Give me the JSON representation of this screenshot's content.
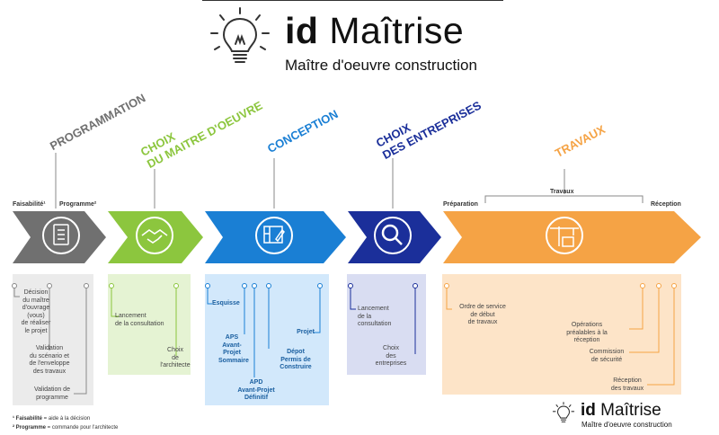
{
  "logo": {
    "brand_id": "id",
    "brand_name": "Maîtrise",
    "tagline": "Maître d'oeuvre construction"
  },
  "phases": [
    {
      "title": "PROGRAMMATION",
      "color": "#777777"
    },
    {
      "title_line1": "CHOIX",
      "title_line2": "DU MAITRE D'OEUVRE",
      "color": "#8cc63e"
    },
    {
      "title": "CONCEPTION",
      "color": "#1a7fd4"
    },
    {
      "title_line1": "CHOIX",
      "title_line2": "DES ENTREPRISES",
      "color": "#1b2f9a"
    },
    {
      "title": "TRAVAUX",
      "color": "#f5a345"
    }
  ],
  "top_labels": {
    "faisabilite": "Faisabilité¹",
    "programme": "Programme²",
    "preparation": "Préparation",
    "travaux": "Travaux",
    "reception": "Réception"
  },
  "programmation_items": [
    "Décision\ndu maître\nd'ouvrage\n(vous)\nde réaliser\nle projet",
    "Validation\ndu scénario et\nde l'enveloppe\ndes travaux",
    "Validation de\nprogramme"
  ],
  "choix_moe_items": [
    "Lancement\nde la consultation",
    "Choix\nde\nl'architecte"
  ],
  "conception_items": [
    "Esquisse",
    "APS\nAvant-\nProjet\nSommaire",
    "APD\nAvant-Projet\nDéfinitif",
    "Dépot\nPermis de\nConstruire",
    "Projet"
  ],
  "choix_entreprises_items": [
    "Lancement\nde la\nconsultation",
    "Choix\ndes\nentreprises"
  ],
  "travaux_items": [
    "Ordre de service\nde début\nde travaux",
    "Opérations\npréalables à la\nréception",
    "Commission\nde sécurité",
    "Réception\ndes travaux"
  ],
  "footnotes": {
    "note1_label": "¹ Faisabilité",
    "note1_text": " = aide à la décision",
    "note2_label": "² Programme",
    "note2_text": " = commande pour l'architecte"
  },
  "icons": [
    "checklist-icon",
    "handshake-icon",
    "blueprint-icon",
    "magnifier-icon",
    "crane-icon",
    "lightbulb-icon"
  ]
}
